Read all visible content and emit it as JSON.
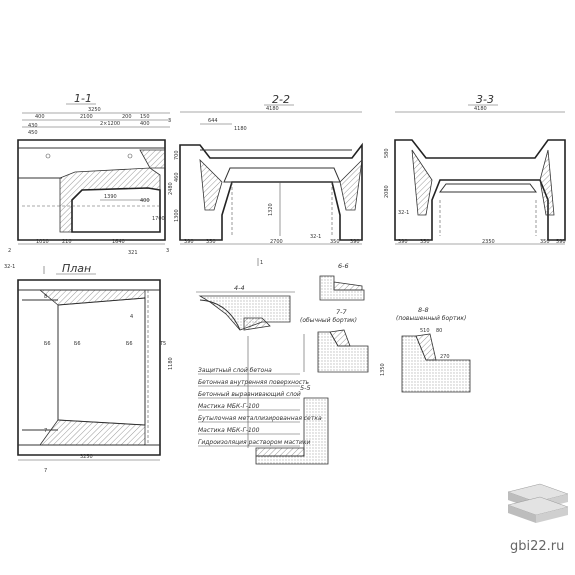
{
  "sections": {
    "s11": {
      "title": "1-1"
    },
    "s22": {
      "title": "2-2"
    },
    "s33": {
      "title": "3-3"
    },
    "plan": {
      "title": "План"
    },
    "s44": {
      "title": "4-4"
    },
    "s55": {
      "title": "5-5"
    },
    "s66": {
      "title": "6-6"
    },
    "s77": {
      "title": "7-7",
      "subtitle": "(обычный бортик)"
    },
    "s88": {
      "title": "8-8",
      "subtitle": "(повышенный бортик)"
    }
  },
  "dims": {
    "s11_total": "3250",
    "s11_parts": [
      "400",
      "2100",
      "200",
      "150",
      "2×1200",
      "400"
    ],
    "s11_left": [
      "430",
      "450"
    ],
    "s11_inner": [
      "1390",
      "1700",
      "400"
    ],
    "s11_bottom": [
      "1010",
      "210",
      "1640"
    ],
    "s22_total": "4180",
    "s22_top": [
      "644",
      "1180"
    ],
    "s22_left": [
      "700",
      "460",
      "1300"
    ],
    "s22_height": "2480",
    "s22_inner": "1320",
    "s22_bottom": [
      "390",
      "350",
      "2700",
      "350",
      "390"
    ],
    "s33_total": "4180",
    "s33_left": [
      "580",
      "2080"
    ],
    "s33_bottom": [
      "390",
      "350",
      "2350",
      "350",
      "590"
    ],
    "plan_total": "3250",
    "plan_right": "1180",
    "s88_dims": [
      "510",
      "80",
      "270",
      "1350"
    ]
  },
  "labels": {
    "n11": "1",
    "n22": "2",
    "n33": "3",
    "s11_label": "1-1",
    "part": "321",
    "plan_part": "32-1",
    "plan_t5": "Т5",
    "plan_b6": "Б6",
    "plan_7": "7",
    "plan_4": "4",
    "plan_8": "8",
    "legend": [
      "Защитный слой бетона",
      "Бетонная внутренняя поверхность",
      "Бетонный выравнивающий слой",
      "Мастика МБК-Г-100",
      "Бутылочная металлизированная сетка",
      "Мастика МБК-Г-100",
      "Гидроизоляция раствором мастики"
    ]
  },
  "watermark": {
    "text": "gbi22.ru",
    "icon": "stacked-slabs-icon"
  }
}
